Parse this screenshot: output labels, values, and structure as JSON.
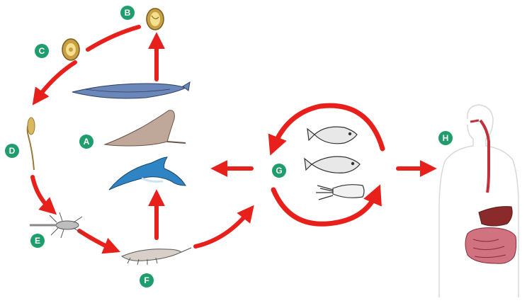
{
  "figure": {
    "colors": {
      "arrow": "#e8201c",
      "badge": "#1f9d6c",
      "badge_text": "#ffffff",
      "egg_shell": "#c8a043",
      "egg_inner": "#f2e08f",
      "whale": "#6b86b8",
      "seal": "#bfa79a",
      "dolphin": "#2f84c4",
      "body_outline": "#d8d8d8",
      "gut": "#c0303a",
      "stomach": "#8a2a2a"
    },
    "stages": [
      {
        "label": "A",
        "icon": "marine-mammal-hosts-icon"
      },
      {
        "label": "B",
        "icon": "embryonated-egg-icon"
      },
      {
        "label": "C",
        "icon": "unembryonated-egg-icon"
      },
      {
        "label": "D",
        "icon": "free-larva-icon"
      },
      {
        "label": "E",
        "icon": "copepod-icon"
      },
      {
        "label": "F",
        "icon": "krill-icon"
      },
      {
        "label": "G",
        "icon": "fish-squid-hosts-icon"
      },
      {
        "label": "H",
        "icon": "human-body-icon"
      }
    ]
  }
}
